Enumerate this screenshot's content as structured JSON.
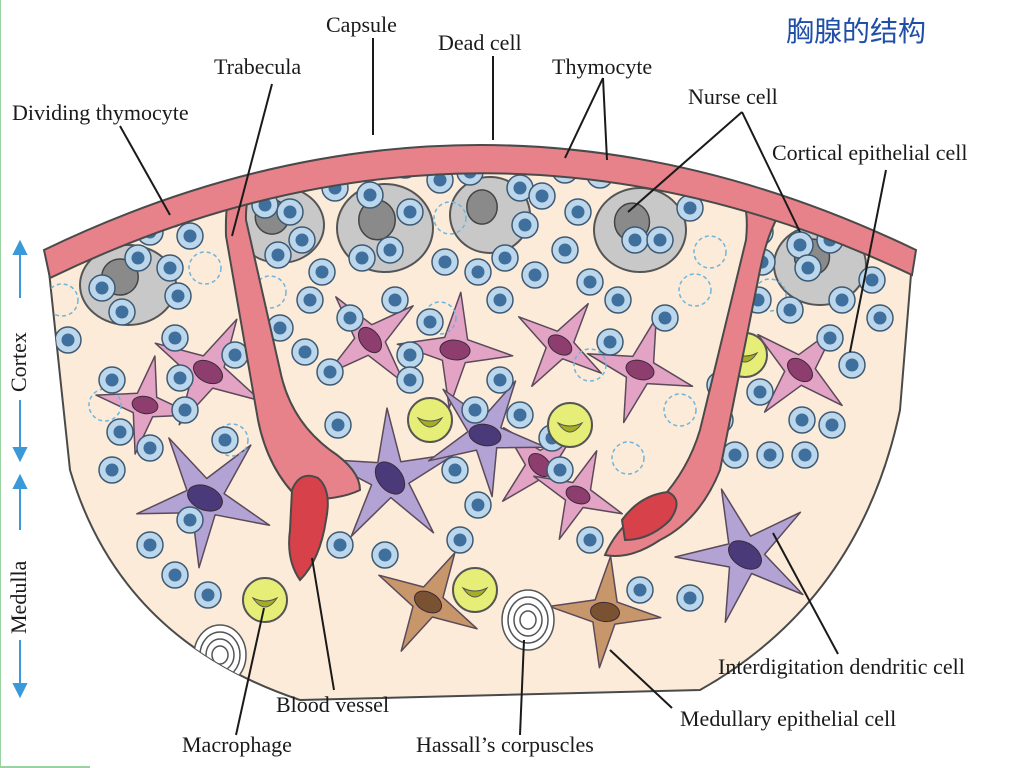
{
  "title": "胸腺的结构",
  "regions": {
    "cortex": "Cortex",
    "medulla": "Medulla"
  },
  "labels": {
    "capsule": "Capsule",
    "trabecula": "Trabecula",
    "dead_cell": "Dead cell",
    "thymocyte": "Thymocyte",
    "nurse_cell": "Nurse cell",
    "dividing_thymocyte": "Dividing thymocyte",
    "cortical_epithelial_cell": "Cortical epithelial cell",
    "interdigitation_dendritic_cell": "Interdigitation dendritic cell",
    "medullary_epithelial_cell": "Medullary epithelial cell",
    "blood_vessel": "Blood vessel",
    "macrophage": "Macrophage",
    "hassalls_corpuscles": "Hassall’s corpuscles"
  },
  "colors": {
    "capsule": "#e8828a",
    "tissue": "#fbebd8",
    "thymocyte": "#bcd7ec",
    "thymocyte_nucleus": "#3f6f9c",
    "cortical_epithelial": "#e3a3c4",
    "dendritic": "#b3a3d4",
    "medullary_epithelial": "#c8966b",
    "macrophage": "#e6ee77",
    "nurse_cell": "#c8c8c8",
    "blood_vessel": "#d7414a",
    "arrow": "#3a9ad9"
  }
}
